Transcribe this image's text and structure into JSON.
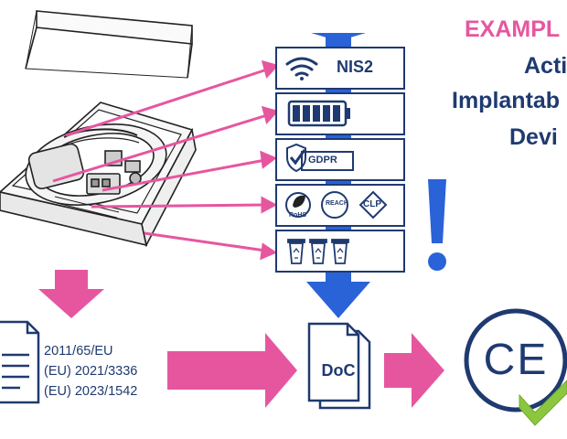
{
  "title": {
    "example": "EXAMPL",
    "line1": "Acti",
    "line2": "Implantab",
    "line3": "Devi"
  },
  "badges": {
    "nis2": "NIS2",
    "gdpr": "GDPR",
    "rohs": "RoHS",
    "reach": "REACH",
    "clp": "CLP"
  },
  "regulations": [
    "2011/65/EU",
    "(EU) 2021/3336",
    "(EU) 2023/1542"
  ],
  "doc_label": "DoC",
  "ce_label": "CE",
  "colors": {
    "pink": "#e6569f",
    "blue": "#2a62d8",
    "navy": "#1f3a70",
    "green": "#8cc63f"
  },
  "icons": [
    "device-box-illustration",
    "wifi-icon",
    "battery-icon",
    "shield-check-icon",
    "leaf-icon",
    "recycle-bin-icon",
    "exclamation-icon",
    "document-icon",
    "checkmark-icon"
  ]
}
